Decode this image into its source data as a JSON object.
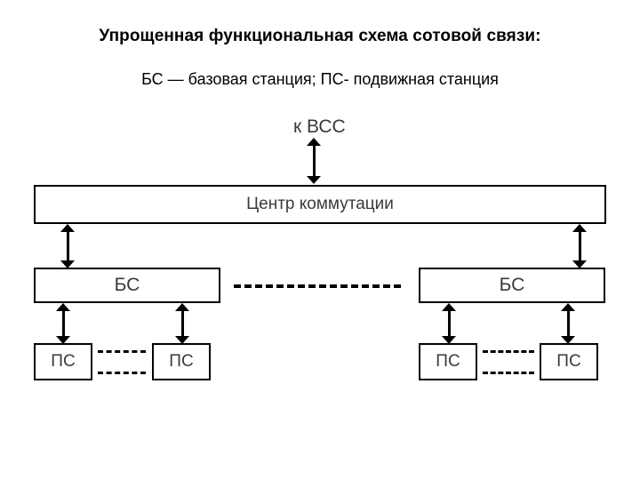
{
  "header": {
    "title": "Упрощенная функциональная схема сотовой связи:",
    "subtitle": "БС — базовая станция; ПС- подвижная станция"
  },
  "diagram": {
    "external_label": "к ВСС",
    "switching_center": "Центр коммутации",
    "base_stations": [
      {
        "id": "bs-left",
        "label": "БС"
      },
      {
        "id": "bs-right",
        "label": "БС"
      }
    ],
    "mobile_stations": [
      {
        "id": "ps-1",
        "label": "ПС"
      },
      {
        "id": "ps-2",
        "label": "ПС"
      },
      {
        "id": "ps-3",
        "label": "ПС"
      },
      {
        "id": "ps-4",
        "label": "ПС"
      }
    ],
    "connectors": {
      "arrow_style": "double-headed-vertical",
      "dashed_style": "dashed-horizontal"
    },
    "colors": {
      "line": "#000000",
      "text": "#3a3a3a",
      "heading": "#000000",
      "background": "#ffffff"
    }
  }
}
